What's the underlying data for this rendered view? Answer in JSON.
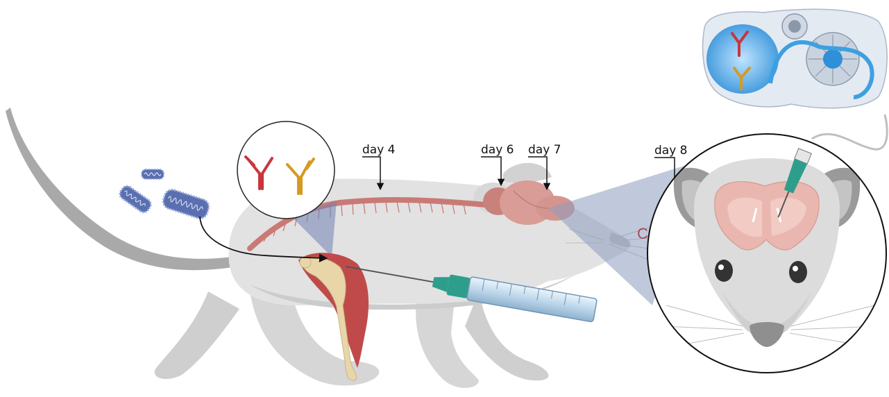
{
  "timeline": {
    "day4": "day 4",
    "day6": "day 6",
    "day7": "day 7",
    "day8": "day 8"
  },
  "partial_text": "C",
  "colors": {
    "mouse_body": "#dcdcdc",
    "mouse_dark": "#a9a9a9",
    "spinal_cord": "#c97a76",
    "brain": "#d99c96",
    "virus": "#5a6fb0",
    "antibody_red": "#c8363c",
    "antibody_gold": "#d59a22",
    "syringe_barrel": "#bcd6ea",
    "syringe_hub": "#2e9e8c",
    "pump_blue": "#3da0e0",
    "muscle": "#c04a4a",
    "bone": "#e8d6a8",
    "projection": "#8c9cc0"
  },
  "icons": [
    "virus-icon",
    "antibody-icon",
    "syringe-icon",
    "infusion-pump-icon",
    "brain-icon",
    "mouse-head-icon"
  ]
}
